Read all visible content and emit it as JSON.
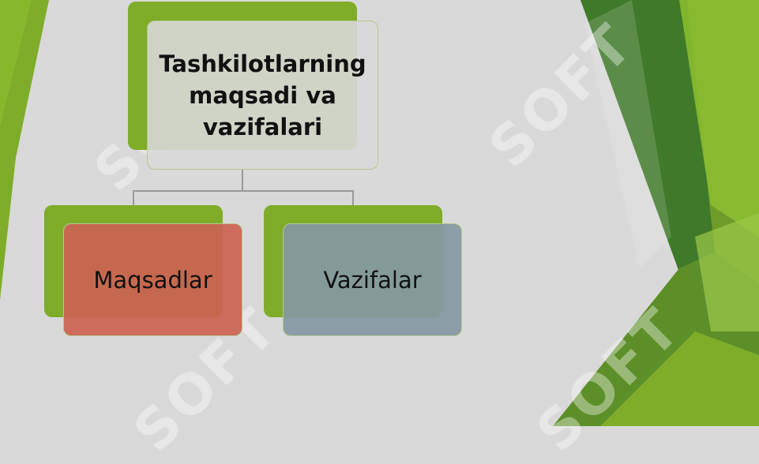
{
  "colors": {
    "background": "#d9d9d9",
    "accent_green": "#7fad2a",
    "dark_green": "#3f7a2a",
    "left_node": "#cc6252",
    "right_node": "#8498a2"
  },
  "diagram": {
    "root": {
      "label": "Tashkilotlarning maqsadi va vazifalari"
    },
    "children": [
      {
        "label": "Maqsadlar"
      },
      {
        "label": "Vazifalar"
      }
    ]
  },
  "watermark": {
    "text": "SOFT"
  }
}
